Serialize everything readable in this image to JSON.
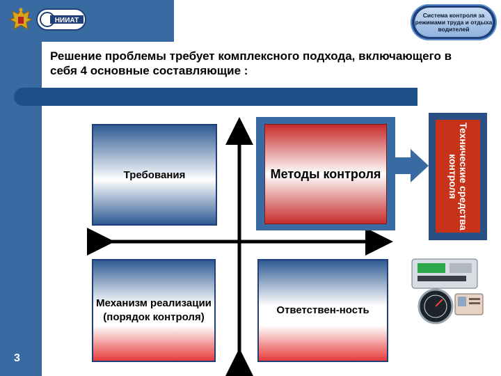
{
  "header": {
    "badge_text": "Система контроля за режимами труда и отдыха водителей",
    "logo_text": "НИИАТ"
  },
  "slide": {
    "title": "Решение проблемы требует комплексного подхода, включающего в себя 4 основные составляющие :",
    "page_number": "3"
  },
  "quadrants": {
    "requirements": "Требования",
    "methods": "Методы контроля",
    "mechanism": "Механизм реализации (порядок контроля)",
    "responsibility": "Ответствен-ность"
  },
  "tech_box": {
    "label": "Технические средства контроля"
  },
  "colors": {
    "sidebar_blue": "#3a6aa2",
    "dark_blue": "#1f4f88",
    "accent_red": "#c83218"
  }
}
